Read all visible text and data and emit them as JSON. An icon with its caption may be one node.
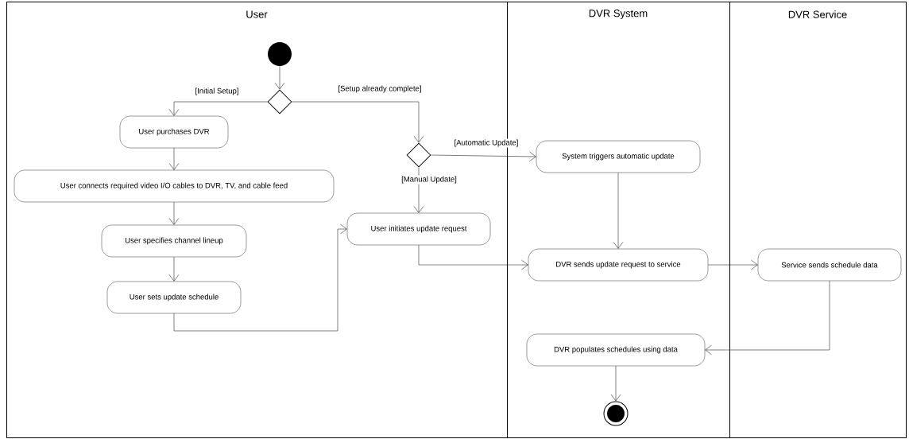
{
  "diagram": {
    "nodes": [
      {
        "text": [
          "User"
        ]
      },
      {
        "text": [
          "DVR System"
        ]
      },
      {
        "text": [
          "DVR Service"
        ]
      },
      {
        "text": [],
        "shape": "circle",
        "in": 0
      },
      {
        "text": [],
        "shape": "diamond",
        "in": 0
      },
      {
        "text": [
          "User purchases DVR"
        ],
        "in": 0
      },
      {
        "text": [
          "User connects required video I/O cables to DVR, TV, and cable feed"
        ],
        "in": 0
      },
      {
        "text": [
          "User specifies channel lineup"
        ],
        "in": 0
      },
      {
        "text": [
          "User sets update schedule"
        ],
        "in": 0
      },
      {
        "text": [],
        "shape": "diamond",
        "in": 0
      },
      {
        "text": [
          "User initiates update request"
        ],
        "in": 0
      },
      {
        "text": [
          "System triggers automatic update"
        ],
        "in": 1
      },
      {
        "text": [
          "DVR sends update request to service"
        ],
        "in": 1
      },
      {
        "text": [
          "Service sends schedule data"
        ],
        "in": 2
      },
      {
        "text": [
          "DVR populates schedules using data"
        ],
        "in": 1
      },
      {
        "text": [],
        "shape": "circle",
        "in": 1
      }
    ],
    "edges": [
      {
        "from": 3,
        "to": 4,
        "arrow": "to"
      },
      {
        "from": 4,
        "to": 5,
        "arrow": "to",
        "label": "[Initial Setup]"
      },
      {
        "from": 4,
        "to": 9,
        "arrow": "to",
        "label": "[Setup already complete]"
      },
      {
        "from": 5,
        "to": 6,
        "arrow": "to"
      },
      {
        "from": 6,
        "to": 7,
        "arrow": "to"
      },
      {
        "from": 7,
        "to": 8,
        "arrow": "to"
      },
      {
        "from": 8,
        "to": 10,
        "arrow": "to"
      },
      {
        "from": 9,
        "to": 11,
        "arrow": "to",
        "label": "[Automatic Update]"
      },
      {
        "from": 9,
        "to": 10,
        "arrow": "to",
        "label": "[Manual Update]"
      },
      {
        "from": 10,
        "to": 12,
        "arrow": "to"
      },
      {
        "from": 11,
        "to": 12,
        "arrow": "to"
      },
      {
        "from": 12,
        "to": 13,
        "arrow": "to"
      },
      {
        "from": 13,
        "to": 14,
        "arrow": "to"
      },
      {
        "from": 14,
        "to": 15,
        "arrow": "to"
      }
    ]
  }
}
